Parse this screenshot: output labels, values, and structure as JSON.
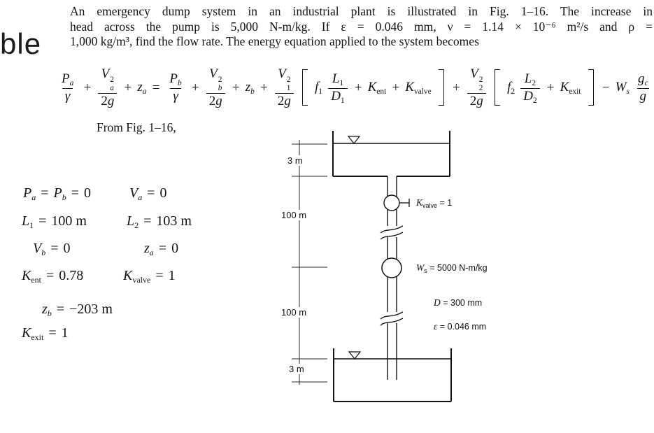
{
  "page": {
    "margin_fragment": "ble"
  },
  "problem": {
    "lines": [
      "An emergency dump system in an industrial plant is illustrated in Fig. 1–16. The increase in",
      "head across the pump is 5,000 N-m/kg. If ε = 0.046 mm, ν = 1.14 × 10⁻⁶ m²/s and ρ =",
      "1,000 kg/m³, find the flow rate. The energy equation applied to the system becomes"
    ],
    "from_fig": "From Fig. 1–16,"
  },
  "equation": {
    "tokens": [
      {
        "t": "frac",
        "n": [
          {
            "t": "var",
            "v": "P",
            "sub": "a"
          }
        ],
        "d": [
          {
            "t": "var",
            "v": "γ"
          }
        ]
      },
      {
        "t": "op",
        "v": "+"
      },
      {
        "t": "frac",
        "n": [
          {
            "t": "var",
            "v": "V",
            "sub": "a",
            "sup": "2"
          }
        ],
        "d": [
          {
            "t": "rom",
            "v": "2"
          },
          {
            "t": "var",
            "v": "g"
          }
        ]
      },
      {
        "t": "op",
        "v": "+"
      },
      {
        "t": "var",
        "v": "z",
        "sub": "a"
      },
      {
        "t": "op",
        "v": "="
      },
      {
        "t": "frac",
        "n": [
          {
            "t": "var",
            "v": "P",
            "sub": "b"
          }
        ],
        "d": [
          {
            "t": "var",
            "v": "γ"
          }
        ]
      },
      {
        "t": "op",
        "v": "+"
      },
      {
        "t": "frac",
        "n": [
          {
            "t": "var",
            "v": "V",
            "sub": "b",
            "sup": "2"
          }
        ],
        "d": [
          {
            "t": "rom",
            "v": "2"
          },
          {
            "t": "var",
            "v": "g"
          }
        ]
      },
      {
        "t": "op",
        "v": "+"
      },
      {
        "t": "var",
        "v": "z",
        "sub": "b"
      },
      {
        "t": "op",
        "v": "+"
      },
      {
        "t": "frac",
        "n": [
          {
            "t": "var",
            "v": "V",
            "sub": "1",
            "sup": "2"
          }
        ],
        "d": [
          {
            "t": "rom",
            "v": "2"
          },
          {
            "t": "var",
            "v": "g"
          }
        ]
      },
      {
        "t": "lb"
      },
      {
        "t": "var",
        "v": "f",
        "sub": "1"
      },
      {
        "t": "frac",
        "n": [
          {
            "t": "var",
            "v": "L",
            "sub": "1"
          }
        ],
        "d": [
          {
            "t": "var",
            "v": "D",
            "sub": "1"
          }
        ]
      },
      {
        "t": "op",
        "v": "+"
      },
      {
        "t": "var",
        "v": "K",
        "sub": "ent"
      },
      {
        "t": "op",
        "v": "+"
      },
      {
        "t": "var",
        "v": "K",
        "sub": "valve"
      },
      {
        "t": "rb"
      },
      {
        "t": "op",
        "v": "+"
      },
      {
        "t": "frac",
        "n": [
          {
            "t": "var",
            "v": "V",
            "sub": "2",
            "sup": "2"
          }
        ],
        "d": [
          {
            "t": "rom",
            "v": "2"
          },
          {
            "t": "var",
            "v": "g"
          }
        ]
      },
      {
        "t": "lb"
      },
      {
        "t": "var",
        "v": "f",
        "sub": "2"
      },
      {
        "t": "frac",
        "n": [
          {
            "t": "var",
            "v": "L",
            "sub": "2"
          }
        ],
        "d": [
          {
            "t": "var",
            "v": "D",
            "sub": "2"
          }
        ]
      },
      {
        "t": "op",
        "v": "+"
      },
      {
        "t": "var",
        "v": "K",
        "sub": "exit"
      },
      {
        "t": "rb"
      },
      {
        "t": "op",
        "v": "−"
      },
      {
        "t": "var",
        "v": "W",
        "sub": "s"
      },
      {
        "t": "frac",
        "n": [
          {
            "t": "var",
            "v": "g",
            "sub": "c"
          }
        ],
        "d": [
          {
            "t": "var",
            "v": "g"
          }
        ]
      }
    ]
  },
  "givens": {
    "items": [
      {
        "id": "g1a",
        "tokens": [
          {
            "t": "var",
            "v": "P",
            "sub": "a"
          },
          {
            "t": "op",
            "v": "="
          },
          {
            "t": "var",
            "v": "P",
            "sub": "b"
          },
          {
            "t": "op",
            "v": "="
          },
          {
            "t": "rom",
            "v": "0"
          }
        ]
      },
      {
        "id": "g1b",
        "tokens": [
          {
            "t": "var",
            "v": "V",
            "sub": "a"
          },
          {
            "t": "op",
            "v": "="
          },
          {
            "t": "rom",
            "v": "0"
          }
        ]
      },
      {
        "id": "g2a",
        "tokens": [
          {
            "t": "var",
            "v": "L",
            "sub": "1"
          },
          {
            "t": "op",
            "v": "="
          },
          {
            "t": "rom",
            "v": "100 m"
          }
        ]
      },
      {
        "id": "g2b",
        "tokens": [
          {
            "t": "var",
            "v": "L",
            "sub": "2"
          },
          {
            "t": "op",
            "v": "="
          },
          {
            "t": "rom",
            "v": "103 m"
          }
        ]
      },
      {
        "id": "g3a",
        "tokens": [
          {
            "t": "var",
            "v": "V",
            "sub": "b"
          },
          {
            "t": "op",
            "v": "="
          },
          {
            "t": "rom",
            "v": "0"
          }
        ]
      },
      {
        "id": "g3b",
        "tokens": [
          {
            "t": "var",
            "v": "z",
            "sub": "a"
          },
          {
            "t": "op",
            "v": "="
          },
          {
            "t": "rom",
            "v": "0"
          }
        ]
      },
      {
        "id": "g4a",
        "tokens": [
          {
            "t": "var",
            "v": "K",
            "sub": "ent"
          },
          {
            "t": "op",
            "v": "="
          },
          {
            "t": "rom",
            "v": "0.78"
          }
        ]
      },
      {
        "id": "g4b",
        "tokens": [
          {
            "t": "var",
            "v": "K",
            "sub": "valve"
          },
          {
            "t": "op",
            "v": "="
          },
          {
            "t": "rom",
            "v": "1"
          }
        ]
      },
      {
        "id": "g5",
        "tokens": [
          {
            "t": "var",
            "v": "z",
            "sub": "b"
          },
          {
            "t": "op",
            "v": "="
          },
          {
            "t": "rom",
            "v": "−203 m"
          }
        ]
      },
      {
        "id": "g6",
        "tokens": [
          {
            "t": "var",
            "v": "K",
            "sub": "exit"
          },
          {
            "t": "op",
            "v": "="
          },
          {
            "t": "rom",
            "v": "1"
          }
        ]
      }
    ]
  },
  "figure": {
    "dims": {
      "top": "3 m",
      "upper": "100 m",
      "lower": "100 m",
      "bottom": "3 m"
    },
    "labels": {
      "valve": {
        "base": "K",
        "sub": "valve",
        "rest": " = 1"
      },
      "pump": {
        "base": "W",
        "sub": "s",
        "rest": " = 5000 N-m/kg"
      },
      "diameter": {
        "base": "D",
        "sub": "",
        "rest": " = 300 mm"
      },
      "roughness": {
        "base": "ε",
        "sub": "",
        "rest": " = 0.046 mm"
      }
    }
  }
}
